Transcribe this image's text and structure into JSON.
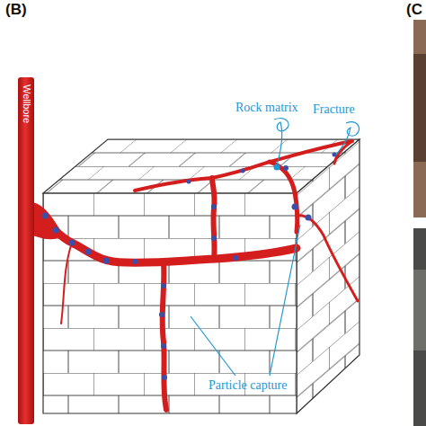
{
  "diagram": {
    "nodes": [
      {
        "text": [
          "Wellbore"
        ]
      }
    ],
    "labels": [
      "(B)",
      "(C",
      "Rock matrix",
      "Fracture",
      "Particle capture"
    ]
  }
}
